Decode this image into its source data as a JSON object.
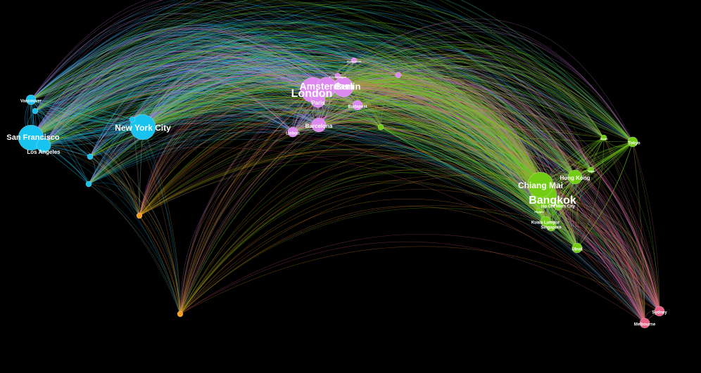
{
  "graph": {
    "background": "#000000",
    "clusters": [
      {
        "id": "americas",
        "color": "#19c3f0"
      },
      {
        "id": "europe",
        "color": "#dd88ee"
      },
      {
        "id": "asia",
        "color": "#72cc14"
      },
      {
        "id": "oceania",
        "color": "#e95f82"
      },
      {
        "id": "latam",
        "color": "#f79a1f"
      }
    ],
    "nodes": [
      {
        "id": "san-francisco",
        "label": "San Francisco",
        "cluster": "americas",
        "size": "xl"
      },
      {
        "id": "los-angeles",
        "label": "Los Angeles",
        "cluster": "americas",
        "size": "m"
      },
      {
        "id": "new-york-city",
        "label": "New York City",
        "cluster": "americas",
        "size": "xl"
      },
      {
        "id": "vancouver",
        "label": "Vancouver",
        "cluster": "americas",
        "size": "s"
      },
      {
        "id": "us-small-1",
        "label": "",
        "cluster": "americas",
        "size": "xs"
      },
      {
        "id": "us-small-2",
        "label": "",
        "cluster": "americas",
        "size": "xs"
      },
      {
        "id": "us-small-3",
        "label": "",
        "cluster": "americas",
        "size": "xs"
      },
      {
        "id": "us-small-4",
        "label": "",
        "cluster": "americas",
        "size": "xs"
      },
      {
        "id": "london",
        "label": "London",
        "cluster": "europe",
        "size": "xl"
      },
      {
        "id": "amsterdam",
        "label": "Amsterdam",
        "cluster": "europe",
        "size": "l"
      },
      {
        "id": "berlin",
        "label": "Berlin",
        "cluster": "europe",
        "size": "l"
      },
      {
        "id": "paris",
        "label": "Paris",
        "cluster": "europe",
        "size": "m"
      },
      {
        "id": "barcelona",
        "label": "Barcelona",
        "cluster": "europe",
        "size": "m"
      },
      {
        "id": "lisbon",
        "label": "Lisbon",
        "cluster": "europe",
        "size": "s"
      },
      {
        "id": "budapest",
        "label": "Budapest",
        "cluster": "europe",
        "size": "s"
      },
      {
        "id": "stockholm",
        "label": "Stockholm",
        "cluster": "europe",
        "size": "xs"
      },
      {
        "id": "copenhagen",
        "label": "Copenhagen",
        "cluster": "europe",
        "size": "xs"
      },
      {
        "id": "eu-small-1",
        "label": "",
        "cluster": "europe",
        "size": "xs"
      },
      {
        "id": "bangkok",
        "label": "Bangkok",
        "cluster": "asia",
        "size": "xl"
      },
      {
        "id": "chiang-mai",
        "label": "Chiang Mai",
        "cluster": "asia",
        "size": "xl"
      },
      {
        "id": "hong-kong",
        "label": "Hong Kong",
        "cluster": "asia",
        "size": "m"
      },
      {
        "id": "ho-chi-minh-city",
        "label": "Ho Chi Minh City",
        "cluster": "asia",
        "size": "s"
      },
      {
        "id": "kuala-lumpur",
        "label": "Kuala Lumpur",
        "cluster": "asia",
        "size": "s"
      },
      {
        "id": "singapore",
        "label": "Singapore",
        "cluster": "asia",
        "size": "s"
      },
      {
        "id": "tokyo",
        "label": "Tokyo",
        "cluster": "asia",
        "size": "s"
      },
      {
        "id": "taipei",
        "label": "Taipei",
        "cluster": "asia",
        "size": "xs"
      },
      {
        "id": "seoul",
        "label": "Seoul",
        "cluster": "asia",
        "size": "xs"
      },
      {
        "id": "phuket",
        "label": "Phuket",
        "cluster": "asia",
        "size": "xs"
      },
      {
        "id": "ubud",
        "label": "Ubud",
        "cluster": "asia",
        "size": "s"
      },
      {
        "id": "asia-small-1",
        "label": "",
        "cluster": "asia",
        "size": "xs"
      },
      {
        "id": "sydney",
        "label": "Sydney",
        "cluster": "oceania",
        "size": "s"
      },
      {
        "id": "melbourne",
        "label": "Melbourne",
        "cluster": "oceania",
        "size": "s"
      },
      {
        "id": "mexico-city",
        "label": "",
        "cluster": "latam",
        "size": "xs"
      },
      {
        "id": "buenos-aires",
        "label": "",
        "cluster": "latam",
        "size": "xs"
      }
    ]
  }
}
